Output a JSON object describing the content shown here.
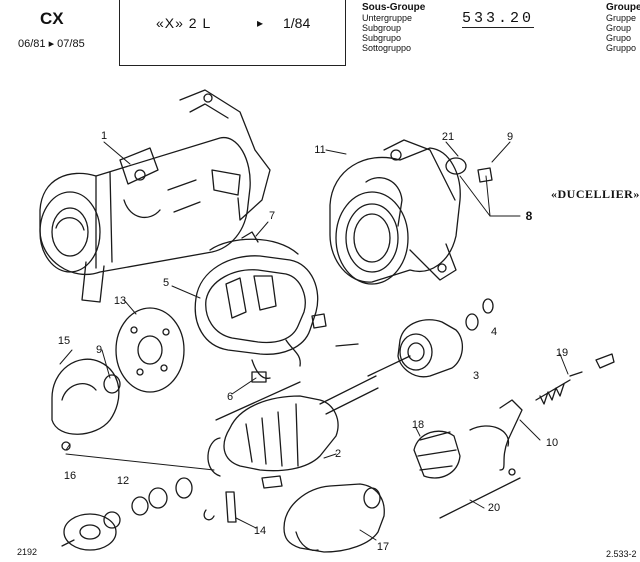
{
  "header": {
    "model": "CX",
    "date_range": "06/81 ▸ 07/85",
    "engine": "«X» 2 L",
    "since_marker": "▸",
    "since": "1/84",
    "subgroup_labels": [
      "Sous-Groupe",
      "Untergruppe",
      "Subgroup",
      "Subgrupo",
      "Sottogruppo"
    ],
    "subgroup_code": "533.20",
    "group_labels": [
      "Groupe",
      "Gruppe",
      "Group",
      "Grupo",
      "Gruppo"
    ]
  },
  "brand": "«DUCELLIER»",
  "footer": {
    "left": "2192",
    "right": "2.533-2"
  },
  "callouts": [
    {
      "id": "c1",
      "text": "1"
    },
    {
      "id": "c2",
      "text": "2"
    },
    {
      "id": "c3",
      "text": "3"
    },
    {
      "id": "c4",
      "text": "4"
    },
    {
      "id": "c5",
      "text": "5"
    },
    {
      "id": "c6",
      "text": "6"
    },
    {
      "id": "c7",
      "text": "7"
    },
    {
      "id": "c8",
      "text": "8"
    },
    {
      "id": "c9a",
      "text": "9"
    },
    {
      "id": "c9b",
      "text": "9"
    },
    {
      "id": "c10",
      "text": "10"
    },
    {
      "id": "c11",
      "text": "11"
    },
    {
      "id": "c12",
      "text": "12"
    },
    {
      "id": "c13",
      "text": "13"
    },
    {
      "id": "c14",
      "text": "14"
    },
    {
      "id": "c15",
      "text": "15"
    },
    {
      "id": "c16",
      "text": "16"
    },
    {
      "id": "c17",
      "text": "17"
    },
    {
      "id": "c18",
      "text": "18"
    },
    {
      "id": "c19",
      "text": "19"
    },
    {
      "id": "c20",
      "text": "20"
    },
    {
      "id": "c21",
      "text": "21"
    }
  ]
}
